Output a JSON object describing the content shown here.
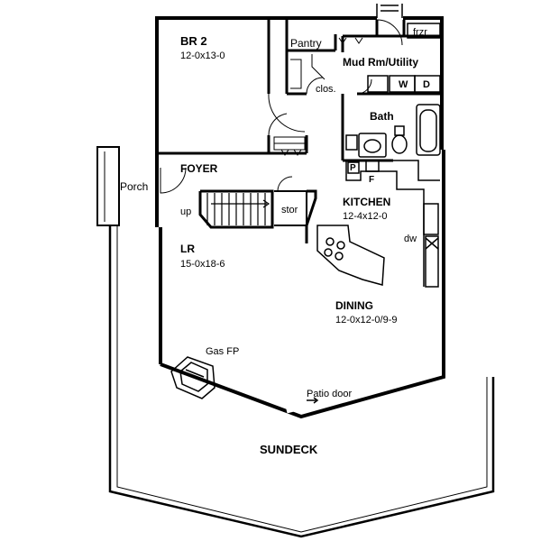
{
  "rooms": {
    "br2": {
      "name": "BR 2",
      "dims": "12-0x13-0"
    },
    "pantry": {
      "name": "Pantry"
    },
    "frzr": {
      "name": "frzr"
    },
    "mud": {
      "name": "Mud Rm/Utility"
    },
    "clos": {
      "name": "clos."
    },
    "washer": {
      "name": "W"
    },
    "dryer": {
      "name": "D"
    },
    "bath": {
      "name": "Bath"
    },
    "foyer": {
      "name": "FOYER"
    },
    "porch": {
      "name": "Porch"
    },
    "kitchen": {
      "name": "KITCHEN",
      "dims": "12-4x12-0"
    },
    "lr": {
      "name": "LR",
      "dims": "15-0x18-6"
    },
    "dining": {
      "name": "DINING",
      "dims": "12-0x12-0/9-9"
    },
    "sundeck": {
      "name": "SUNDECK"
    }
  },
  "labels": {
    "up": "up",
    "stor": "stor",
    "dw": "dw",
    "p": "P",
    "f": "F",
    "gas_fp": "Gas FP",
    "patio_door": "Patio door"
  }
}
